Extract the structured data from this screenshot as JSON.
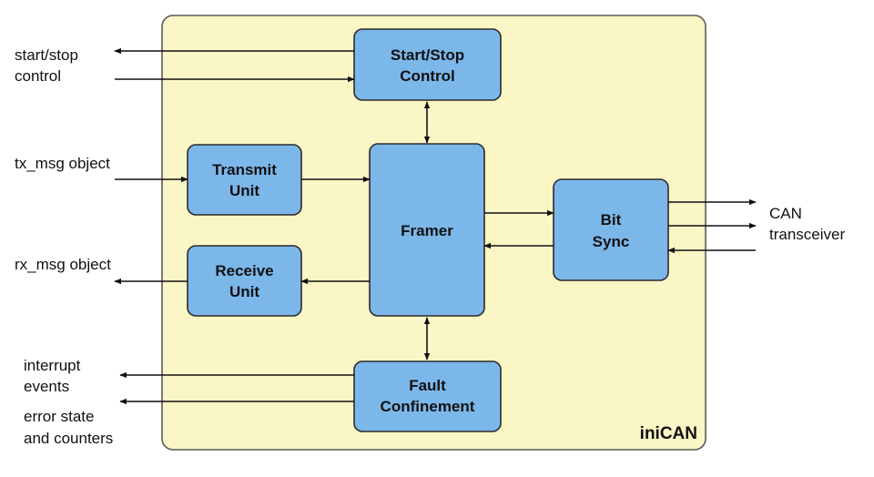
{
  "container": {
    "label": "iniCAN",
    "fill_color": "#fbf6c5",
    "border_color": "#5a5a5a"
  },
  "block_color": "#7cb7ea",
  "blocks": {
    "start_stop_control": {
      "line1": "Start/Stop",
      "line2": "Control"
    },
    "transmit_unit": {
      "line1": "Transmit",
      "line2": "Unit"
    },
    "receive_unit": {
      "line1": "Receive",
      "line2": "Unit"
    },
    "framer": {
      "line1": "Framer"
    },
    "bit_sync": {
      "line1": "Bit",
      "line2": "Sync"
    },
    "fault_confinement": {
      "line1": "Fault",
      "line2": "Confinement"
    }
  },
  "external_labels": {
    "start_stop": {
      "line1": "start/stop",
      "line2": "control"
    },
    "tx_msg": {
      "line1": "tx_msg object"
    },
    "rx_msg": {
      "line1": "rx_msg object"
    },
    "interrupt": {
      "line1": "interrupt",
      "line2": "events"
    },
    "error_state": {
      "line1": "error state",
      "line2": "and counters"
    },
    "can": {
      "line1": "CAN",
      "line2": "transceiver"
    }
  }
}
